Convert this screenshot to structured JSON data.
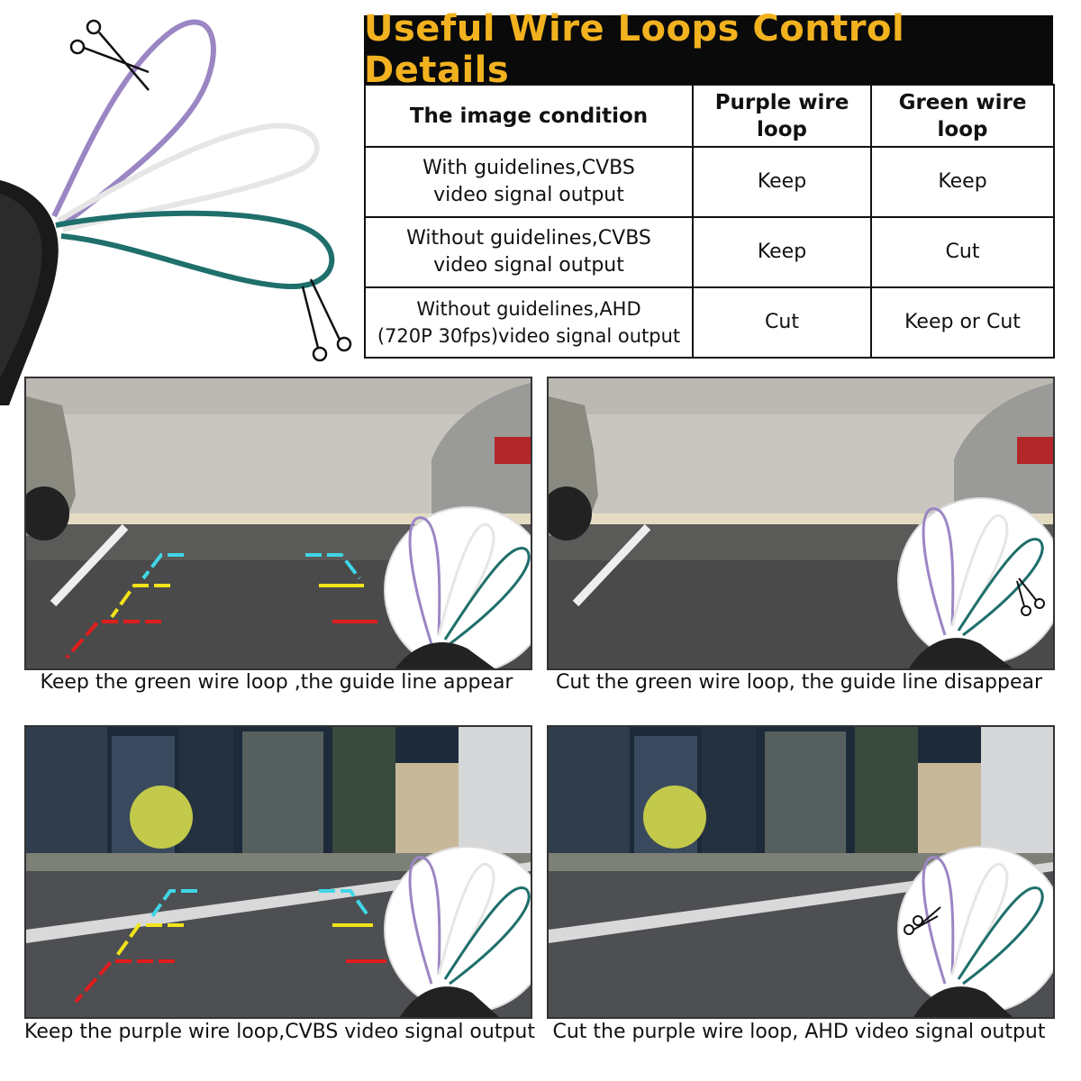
{
  "header": {
    "title": "Useful Wire Loops Control Details"
  },
  "table": {
    "headers": [
      "The image condition",
      "Purple wire loop",
      "Green wire loop"
    ],
    "rows": [
      {
        "condition_line1": "With guidelines,CVBS",
        "condition_line2": "video signal output",
        "purple": "Keep",
        "green": "Keep"
      },
      {
        "condition_line1": "Without guidelines,CVBS",
        "condition_line2": "video signal output",
        "purple": "Keep",
        "green": "Cut"
      },
      {
        "condition_line1": "Without guidelines,AHD",
        "condition_line2": "(720P 30fps)video signal output",
        "purple": "Cut",
        "green": "Keep or Cut"
      }
    ]
  },
  "panels": [
    {
      "caption": "Keep the green wire loop ,the guide line appear",
      "scene": "parking",
      "guidelines": true,
      "cut_wire": "none"
    },
    {
      "caption": "Cut the green wire loop, the guide line disappear",
      "scene": "parking",
      "guidelines": false,
      "cut_wire": "green"
    },
    {
      "caption": "Keep the purple wire loop,CVBS video signal output",
      "scene": "city-night",
      "guidelines": true,
      "cut_wire": "none"
    },
    {
      "caption": "Cut the purple wire loop, AHD video signal output",
      "scene": "city-night",
      "guidelines": false,
      "cut_wire": "purple"
    }
  ],
  "colors": {
    "title_bg": "#0a0a0a",
    "title_text": "#f2b21f",
    "purple_wire": "#9b86c4",
    "white_wire": "#ececec",
    "green_wire": "#1f6f6c"
  }
}
